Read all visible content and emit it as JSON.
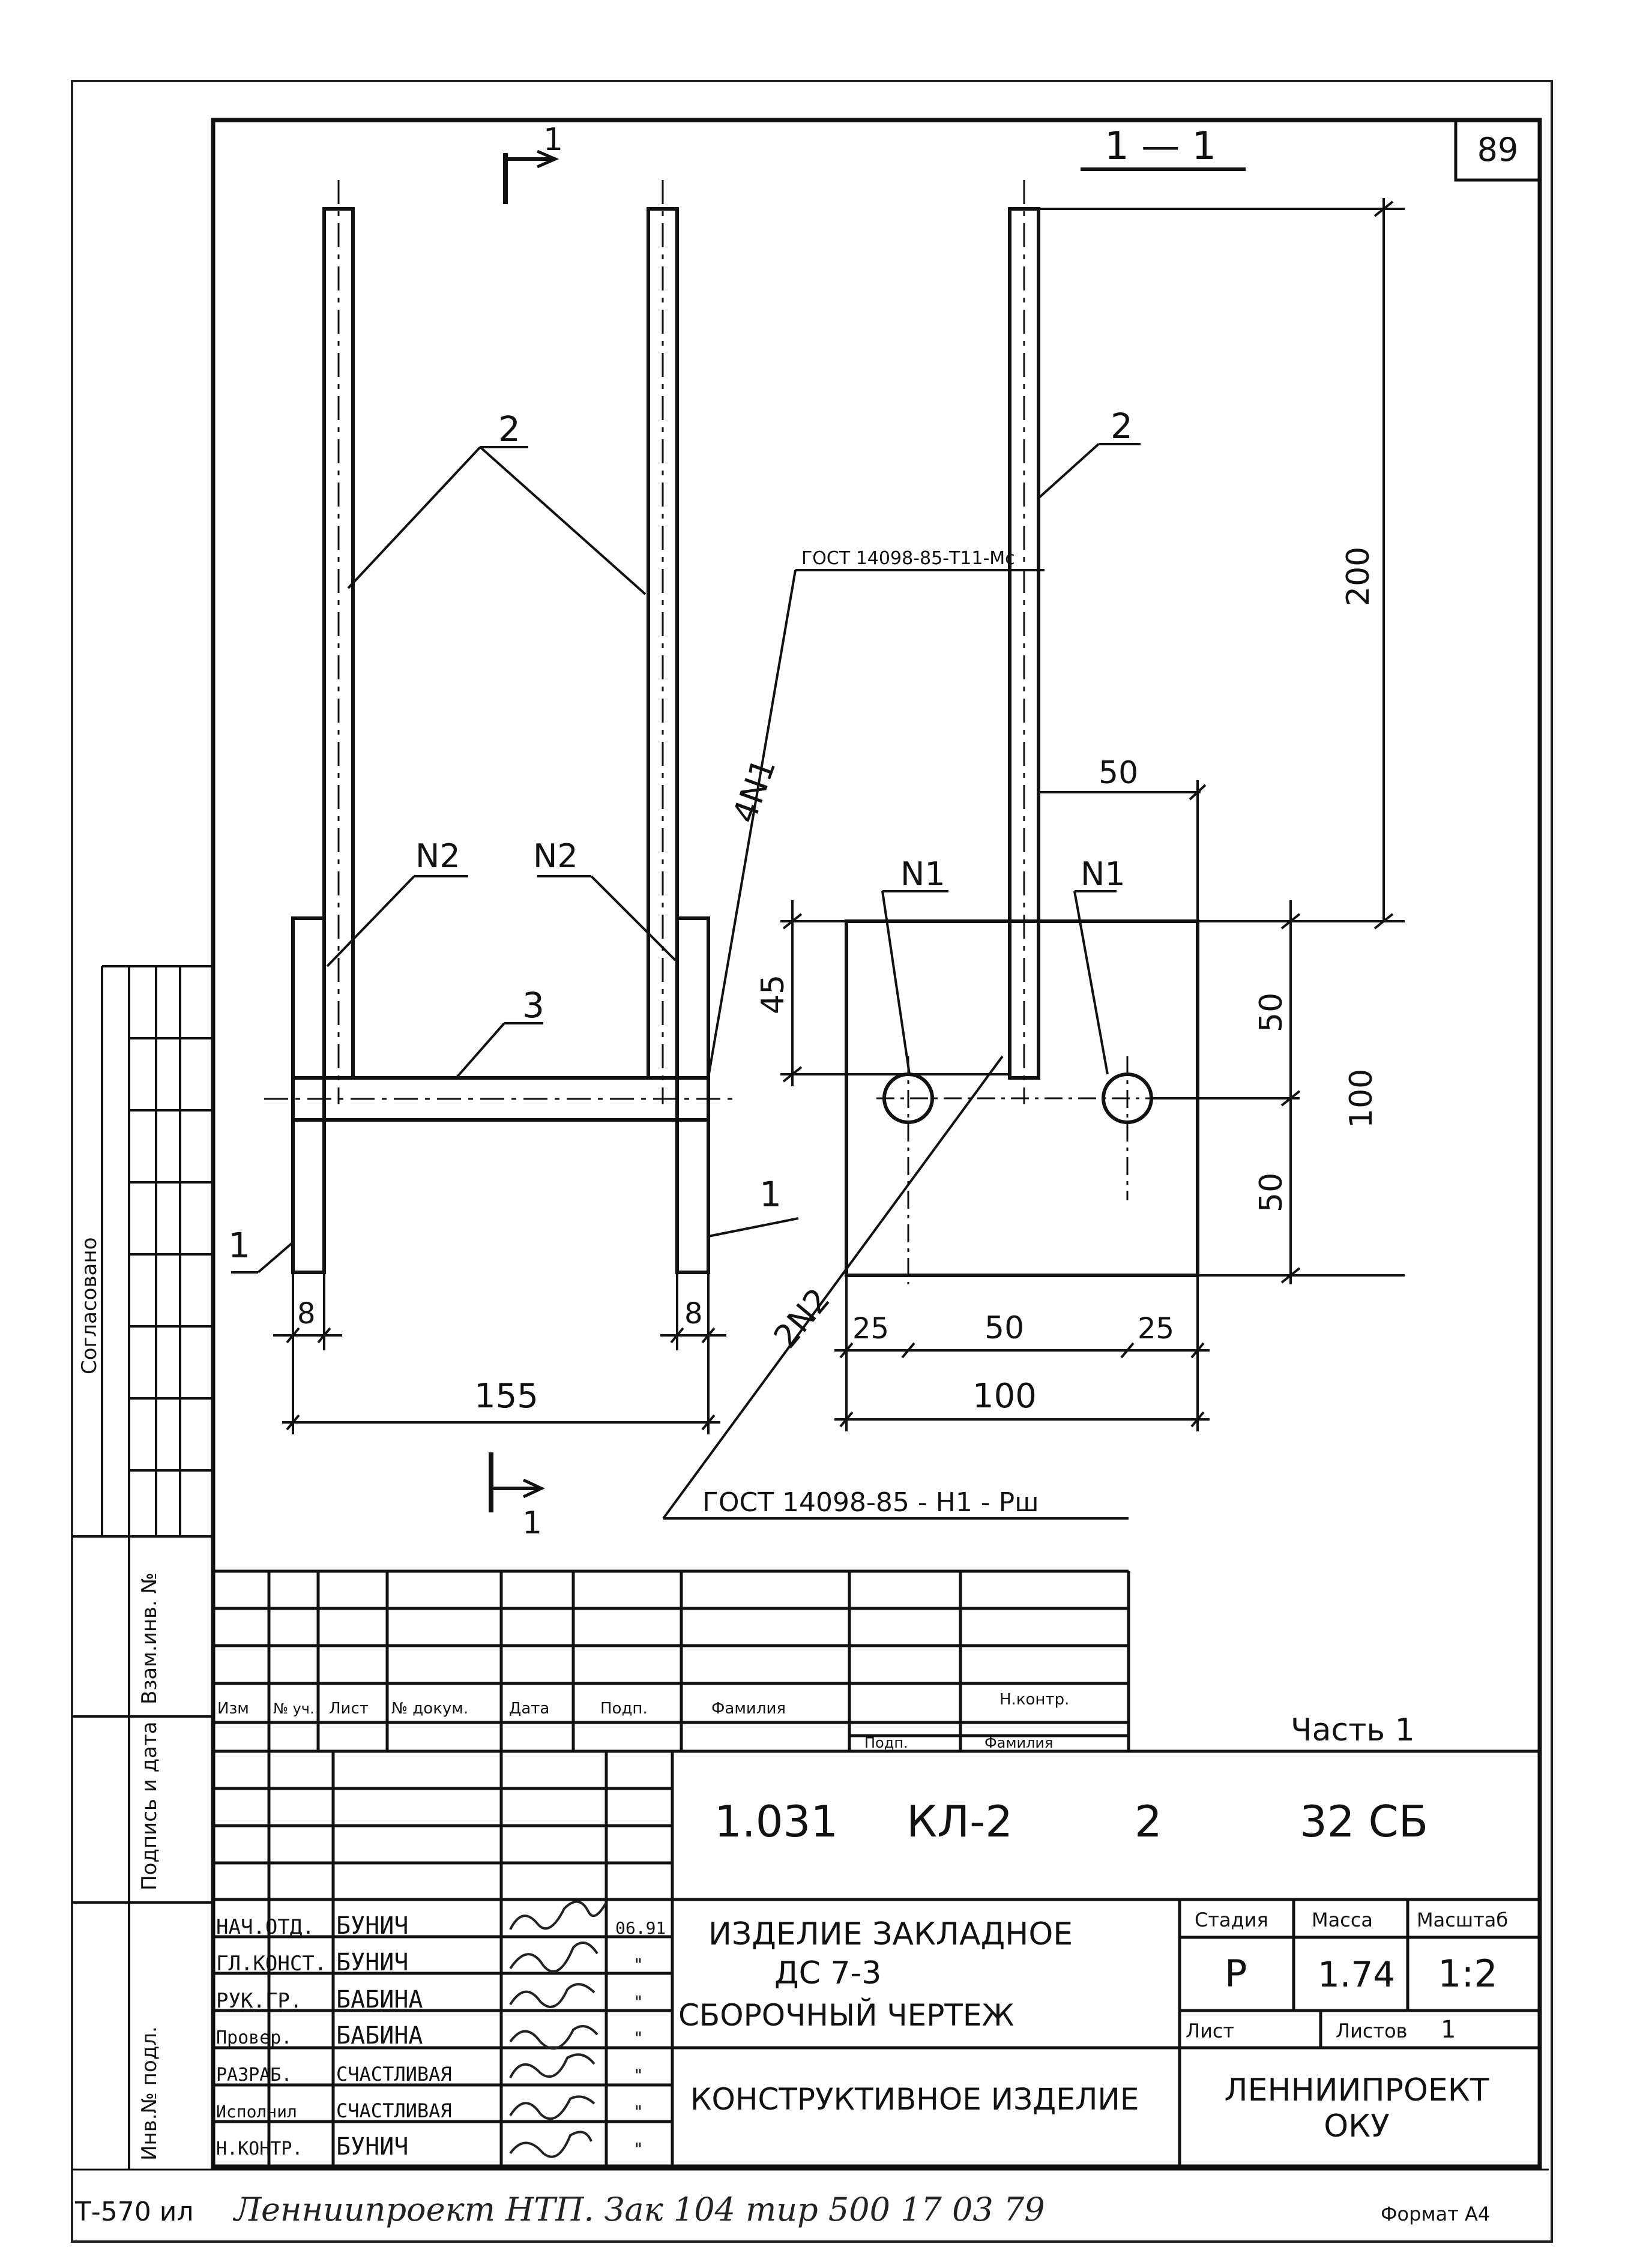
{
  "sheet_number": "89",
  "section_mark": "1",
  "section_title": "1 — 1",
  "positions": {
    "pos2_left": "2",
    "pos2_right": "2",
    "pos3": "3",
    "pos1_left": "1",
    "pos1_right": "1",
    "n2_left": "N2",
    "n2_right": "N2",
    "n1_left": "N1",
    "n1_right": "N1",
    "count_4n1": "4N1",
    "count_2n2": "2N2"
  },
  "weld_notes": {
    "top": "ГОСТ 14098-85-Т11-Мс",
    "bottom": "ГОСТ 14098-85 - Н1 - Рш"
  },
  "dimensions": {
    "d200": "200",
    "d50_top": "50",
    "d45": "45",
    "d50_right_a": "50",
    "d100_right": "100",
    "d50_right_b": "50",
    "d8_left": "8",
    "d8_right": "8",
    "d155": "155",
    "d25_left": "25",
    "d50_bottom": "50",
    "d25_right": "25",
    "d100_bottom": "100"
  },
  "left_strip": {
    "soglasovano": "Согласовано",
    "vzam_inv": "Взам.инв. №",
    "podpis_data": "Подпись и дата",
    "inv_podl": "Инв.№ подл."
  },
  "rev_table": {
    "headers": [
      "Изм",
      "№ уч.",
      "Лист",
      "№ докум.",
      "Дата",
      "Подп.",
      "Фамилия"
    ],
    "n_kontr": "Н.контр.",
    "n_kontr_sub": [
      "Подп.",
      "Фамилия"
    ]
  },
  "title_block": {
    "part": "Часть 1",
    "code_parts": [
      "1.031",
      "КЛ-2",
      "2",
      "32 СБ"
    ],
    "name_line1": "ИЗДЕЛИЕ ЗАКЛАДНОЕ",
    "name_line2": "ДС 7-3",
    "name_line3": "СБОРОЧНЫЙ ЧЕРТЕЖ",
    "subtitle": "КОНСТРУКТИВНОЕ ИЗДЕЛИЕ",
    "stage_label": "Стадия",
    "mass_label": "Масса",
    "scale_label": "Масштаб",
    "stage": "Р",
    "mass": "1.74",
    "scale": "1:2",
    "sheet_label": "Лист",
    "sheets_label": "Листов",
    "sheets": "1",
    "org_line1": "ЛЕННИИПРОЕКТ",
    "org_line2": "ОКУ",
    "signatures": [
      {
        "role": "НАЧ.ОТД.",
        "name": "БУНИЧ",
        "date": "06.91"
      },
      {
        "role": "ГЛ.КОНСТ.",
        "name": "БУНИЧ",
        "date": "\""
      },
      {
        "role": "РУК.ГР.",
        "name": "БАБИНА",
        "date": "\""
      },
      {
        "role": "Провер.",
        "name": "БАБИНА",
        "date": "\""
      },
      {
        "role": "РАЗРАБ.",
        "name": "СЧАСТЛИВАЯ",
        "date": "\""
      },
      {
        "role": "Исполнил",
        "name": "СЧАСТЛИВАЯ",
        "date": "\""
      },
      {
        "role": "Н.КОНТР.",
        "name": "БУНИЧ",
        "date": "\""
      }
    ]
  },
  "footer": {
    "inv": "Т-570 ил",
    "handwritten": "Ленниипроект НТП. Зак 104 тир 500 17 03 79",
    "format": "Формат А4"
  }
}
